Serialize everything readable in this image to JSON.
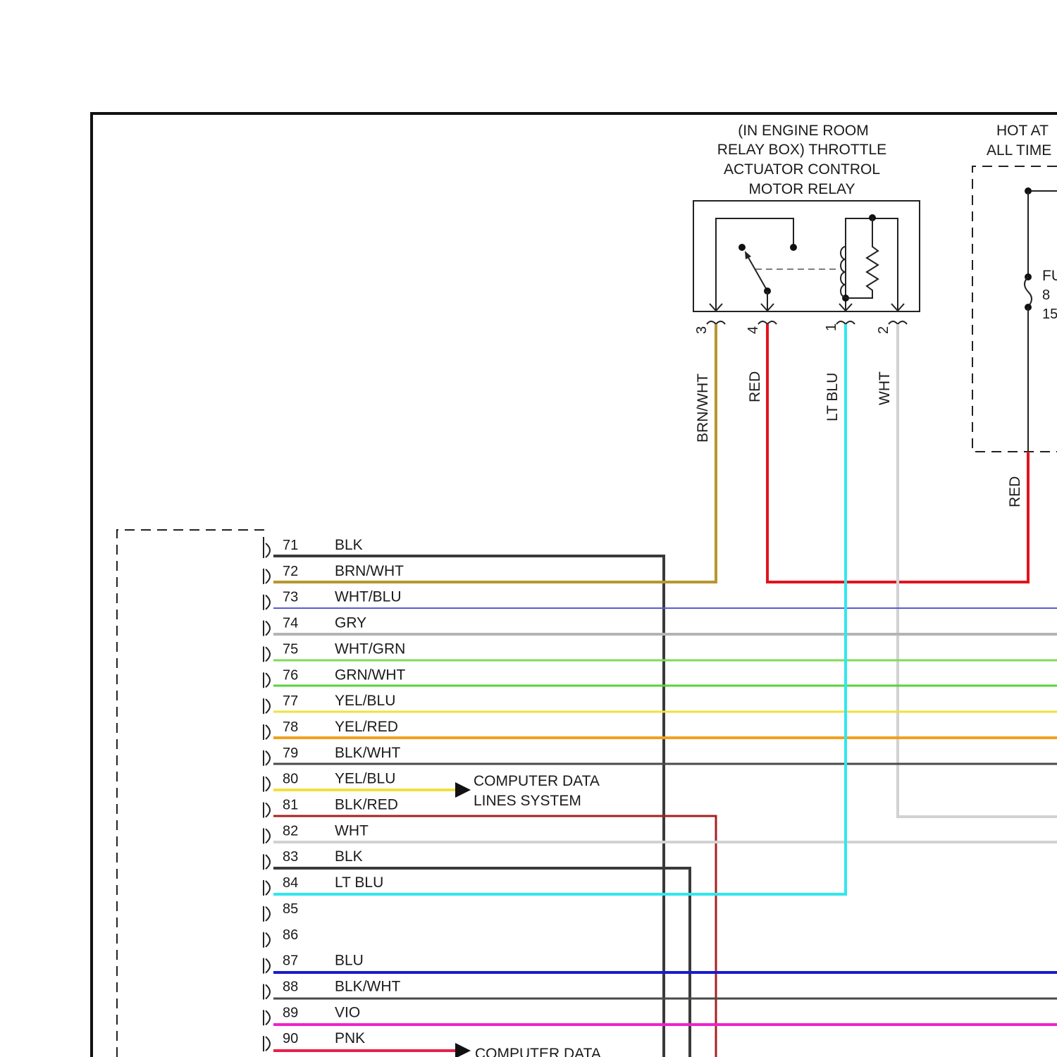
{
  "relay": {
    "label_lines": [
      "(IN ENGINE ROOM",
      "RELAY BOX) THROTTLE",
      "ACTUATOR CONTROL",
      "MOTOR RELAY"
    ],
    "pins": [
      "3",
      "4",
      "1",
      "2"
    ],
    "wire_colors": [
      "BRN/WHT",
      "RED",
      "LT BLU",
      "WHT"
    ]
  },
  "fuse_box": {
    "label_lines": [
      "HOT AT",
      "ALL TIME"
    ],
    "fuse_lines": [
      "FU",
      "8",
      "15"
    ],
    "wire_color": "RED"
  },
  "connector": {
    "pins": [
      {
        "num": "71",
        "color": "BLK",
        "stroke": "#3a3a3a"
      },
      {
        "num": "72",
        "color": "BRN/WHT",
        "stroke": "#b8962e"
      },
      {
        "num": "73",
        "color": "WHT/BLU",
        "stroke": "#5a5ad0"
      },
      {
        "num": "74",
        "color": "GRY",
        "stroke": "#b4b4b4"
      },
      {
        "num": "75",
        "color": "WHT/GRN",
        "stroke": "#7ddc5a"
      },
      {
        "num": "76",
        "color": "GRN/WHT",
        "stroke": "#5ad23c"
      },
      {
        "num": "77",
        "color": "YEL/BLU",
        "stroke": "#f0e040"
      },
      {
        "num": "78",
        "color": "YEL/RED",
        "stroke": "#f0a020"
      },
      {
        "num": "79",
        "color": "BLK/WHT",
        "stroke": "#4a4a4a"
      },
      {
        "num": "80",
        "color": "YEL/BLU",
        "stroke": "#f0e040"
      },
      {
        "num": "81",
        "color": "BLK/RED",
        "stroke": "#a82020"
      },
      {
        "num": "82",
        "color": "WHT",
        "stroke": "#d2d2d2"
      },
      {
        "num": "83",
        "color": "BLK",
        "stroke": "#3a3a3a"
      },
      {
        "num": "84",
        "color": "LT BLU",
        "stroke": "#30e8ee"
      },
      {
        "num": "85",
        "color": "",
        "stroke": ""
      },
      {
        "num": "86",
        "color": "",
        "stroke": ""
      },
      {
        "num": "87",
        "color": "BLU",
        "stroke": "#1a1acc"
      },
      {
        "num": "88",
        "color": "BLK/WHT",
        "stroke": "#4a4a4a"
      },
      {
        "num": "89",
        "color": "VIO",
        "stroke": "#ee22cc"
      },
      {
        "num": "90",
        "color": "PNK",
        "stroke": "#e8204a"
      }
    ]
  },
  "computer_data_1": [
    "COMPUTER DATA",
    "LINES SYSTEM"
  ],
  "computer_data_2": [
    "COMPUTER DATA"
  ],
  "colors": {
    "brn_wht": "#b8962e",
    "red": "#e0141e",
    "lt_blu": "#30e8ee",
    "wht": "#d2d2d2",
    "blk": "#3a3a3a",
    "blk_red": "#a82020"
  }
}
